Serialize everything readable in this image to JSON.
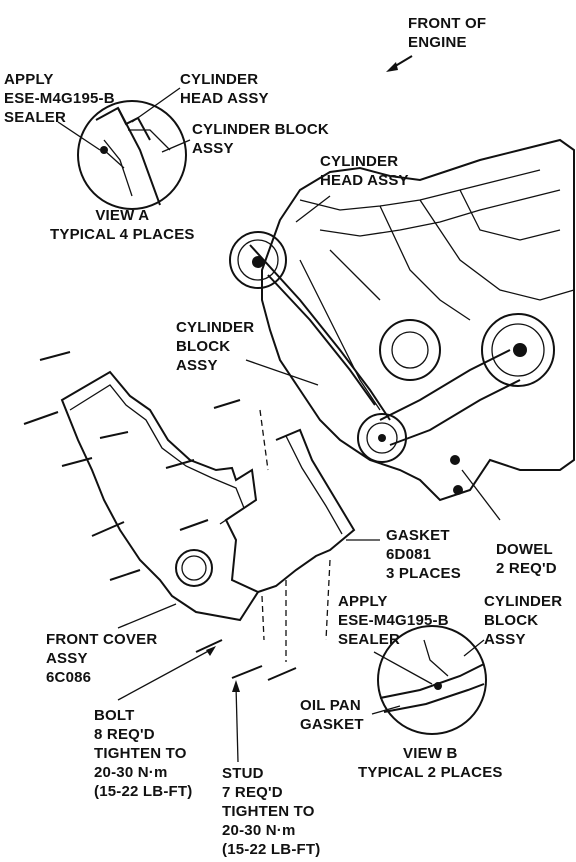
{
  "labels": {
    "front_of_engine": "FRONT OF\nENGINE",
    "apply_sealer_a": "APPLY\nESE-M4G195-B\nSEALER",
    "cyl_head_assy_a": "CYLINDER\nHEAD ASSY",
    "cyl_block_assy_a": "CYLINDER BLOCK\nASSY",
    "view_a": "VIEW A\nTYPICAL 4 PLACES",
    "cyl_head_assy_main": "CYLINDER\nHEAD ASSY",
    "cyl_block_assy_main": "CYLINDER\nBLOCK\nASSY",
    "gasket": "GASKET\n6D081\n3 PLACES",
    "dowel": "DOWEL\n2 REQ'D",
    "apply_sealer_b": "APPLY\nESE-M4G195-B\nSEALER",
    "cyl_block_assy_b": "CYLINDER\nBLOCK\nASSY",
    "front_cover": "FRONT COVER\nASSY\n6C086",
    "oil_pan_gasket": "OIL PAN\nGASKET",
    "view_b": "VIEW B\nTYPICAL 2 PLACES",
    "bolt": "BOLT\n8 REQ'D\nTIGHTEN TO\n20-30 N·m\n(15-22 LB-FT)",
    "stud": "STUD\n7 REQ'D\nTIGHTEN TO\n20-30 N·m\n(15-22 LB-FT)"
  }
}
